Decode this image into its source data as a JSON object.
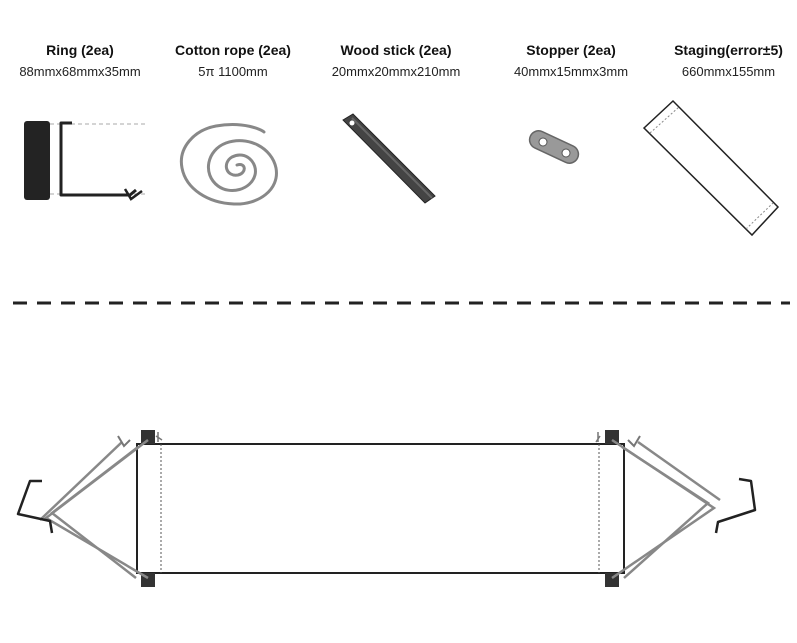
{
  "parts": [
    {
      "name": "Ring (2ea)",
      "dimensions": "88mmx68mmx35mm",
      "icon": "ring-icon"
    },
    {
      "name": "Cotton rope (2ea)",
      "dimensions": "5π  1100mm",
      "icon": "rope-coil-icon"
    },
    {
      "name": "Wood stick (2ea)",
      "dimensions": "20mmx20mmx210mm",
      "icon": "wood-stick-icon"
    },
    {
      "name": "Stopper (2ea)",
      "dimensions": "40mmx15mmx3mm",
      "icon": "stopper-icon"
    },
    {
      "name": "Staging(error±5)",
      "dimensions": "660mmx155mm",
      "icon": "staging-fabric-icon"
    }
  ],
  "colors": {
    "dark": "#222222",
    "rope": "#888888",
    "line": "#111111"
  }
}
